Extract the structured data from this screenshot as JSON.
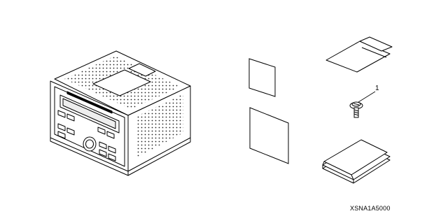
{
  "diagram": {
    "callouts": [
      {
        "label": "1",
        "part": "screw"
      }
    ],
    "diagram_code": "XSNA1A5000",
    "parts": [
      "audio-unit",
      "sticker-small",
      "sticker-large",
      "bag",
      "screw",
      "manual"
    ]
  }
}
